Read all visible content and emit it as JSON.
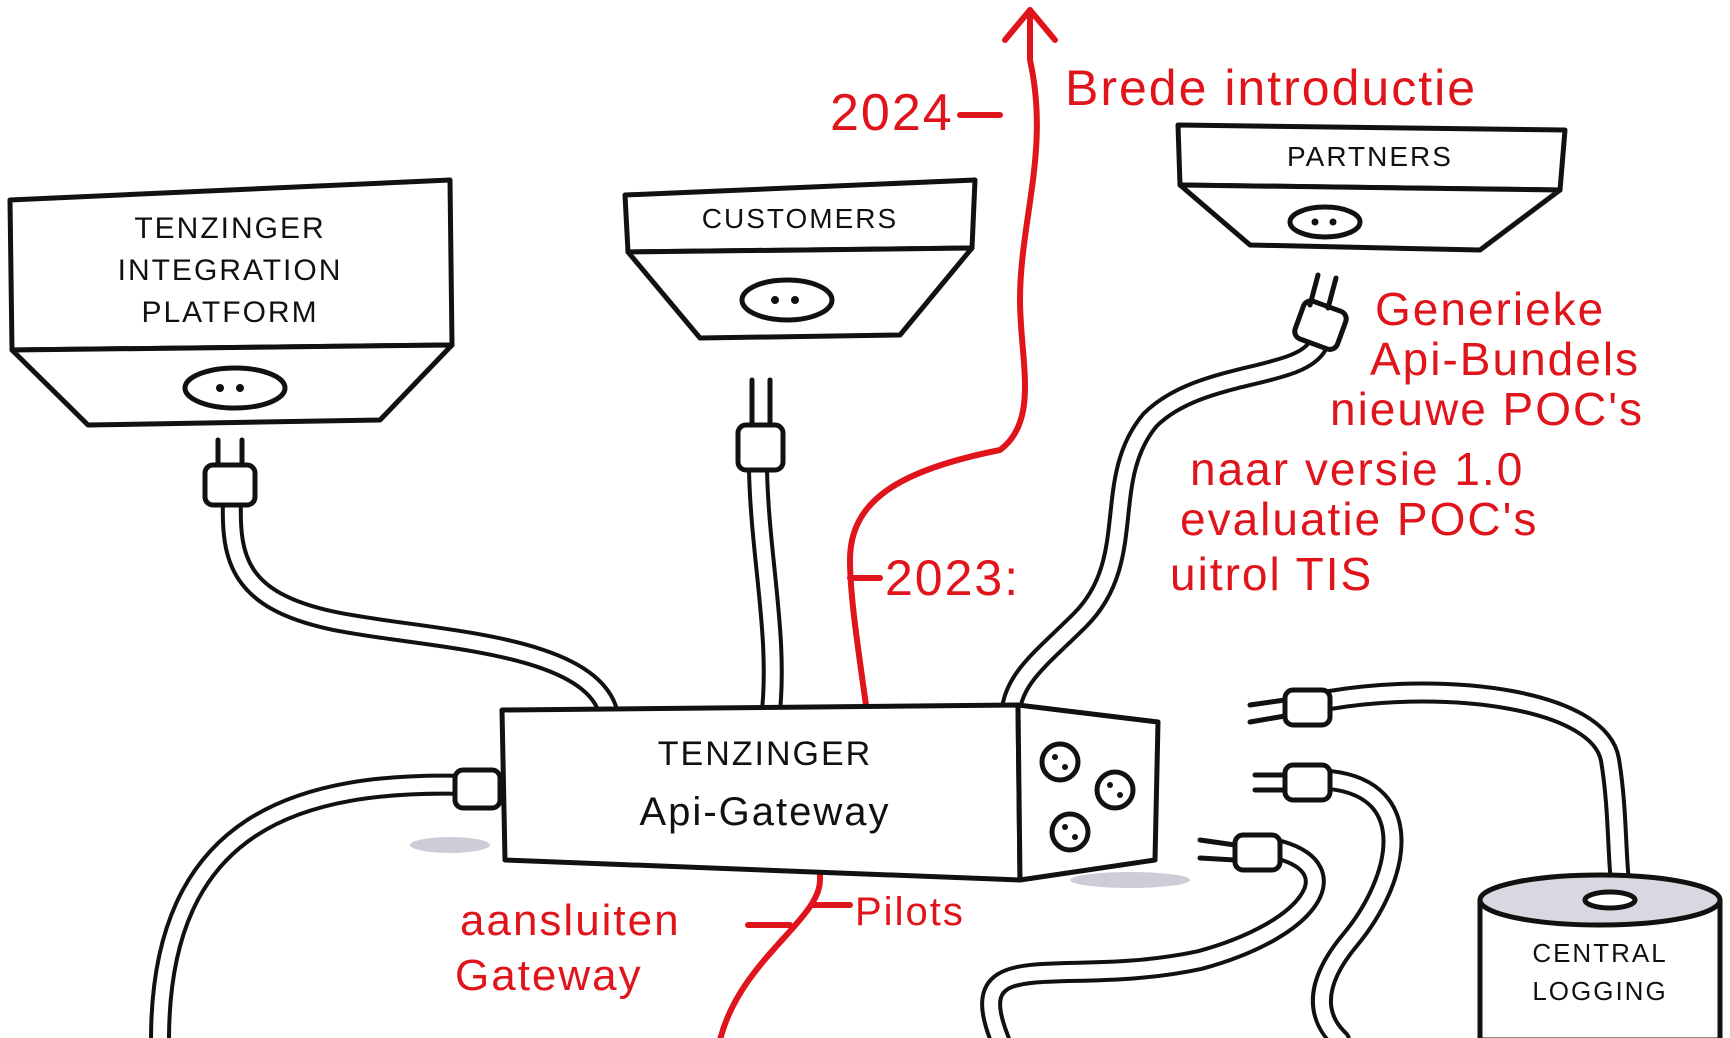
{
  "boxes": {
    "integration_platform": "Tenzinger integration platform",
    "customers": "customers",
    "partners": "partners",
    "gateway_line1": "Tenzinger",
    "gateway_line2": "Api-Gateway",
    "logging_line1": "Central",
    "logging_line2": "Logging"
  },
  "timeline": {
    "year_2024": "2024",
    "label_2024": "Brede introductie",
    "year_2023": "2023:",
    "items_2023": [
      "Generieke",
      "Api-Bundels",
      "nieuwe POC's",
      "naar versie 1.0",
      "evaluatie POC's",
      "uitrol TIS"
    ],
    "pilots": "Pilots",
    "aansluiten_line1": "aansluiten",
    "aansluiten_line2": "Gateway"
  },
  "colors": {
    "ink": "#111111",
    "accent_red": "#e0141b",
    "shadow": "#b9b6c4"
  }
}
